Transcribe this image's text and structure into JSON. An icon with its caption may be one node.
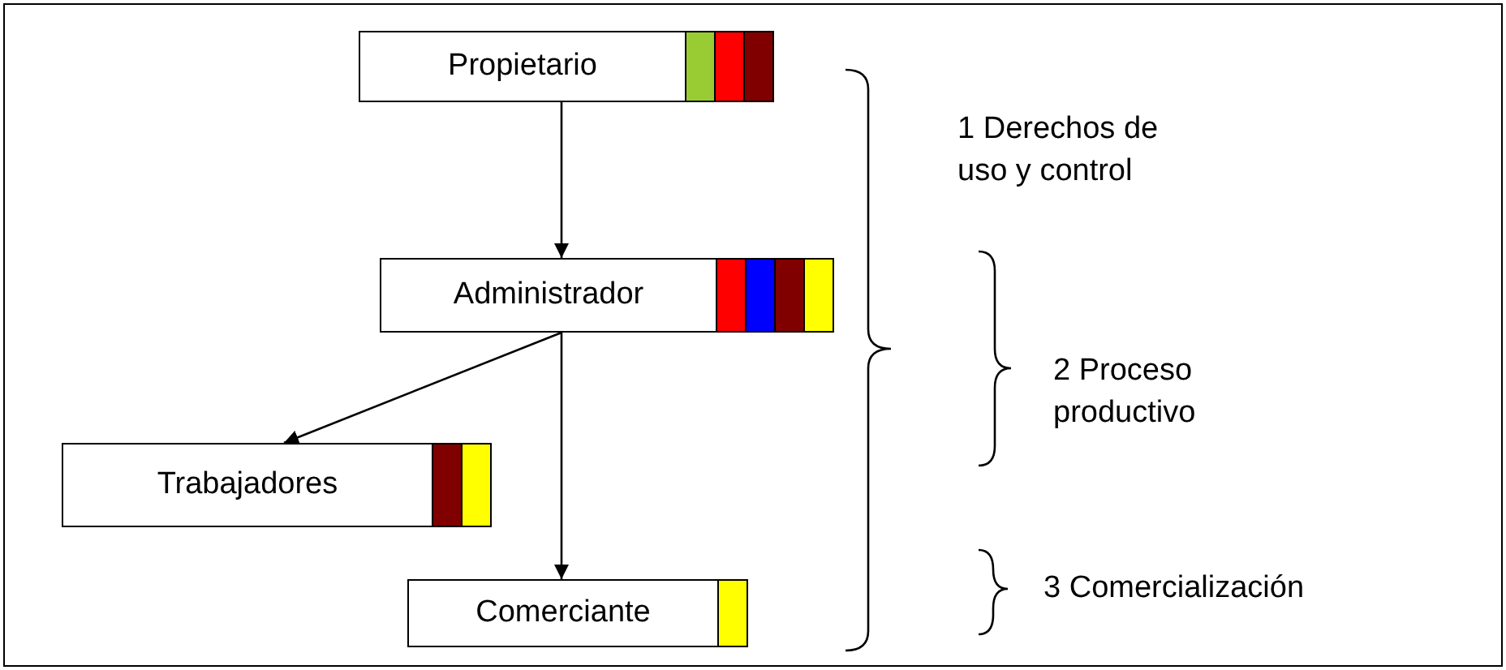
{
  "diagram": {
    "nodes": [
      {
        "text": [
          "Propietario"
        ]
      },
      {
        "text": [
          "Administrador"
        ]
      },
      {
        "text": [
          "Trabajadores"
        ]
      },
      {
        "text": [
          "Comerciante"
        ]
      }
    ],
    "edges": [
      {
        "from": 0,
        "to": 1,
        "arrow": "to"
      },
      {
        "from": 1,
        "to": 2,
        "arrow": "to"
      },
      {
        "from": 1,
        "to": 3,
        "arrow": "to"
      }
    ],
    "labels": [
      "1 Derechos de uso y control",
      "2 Proceso productivo",
      "3 Comercialización"
    ]
  }
}
